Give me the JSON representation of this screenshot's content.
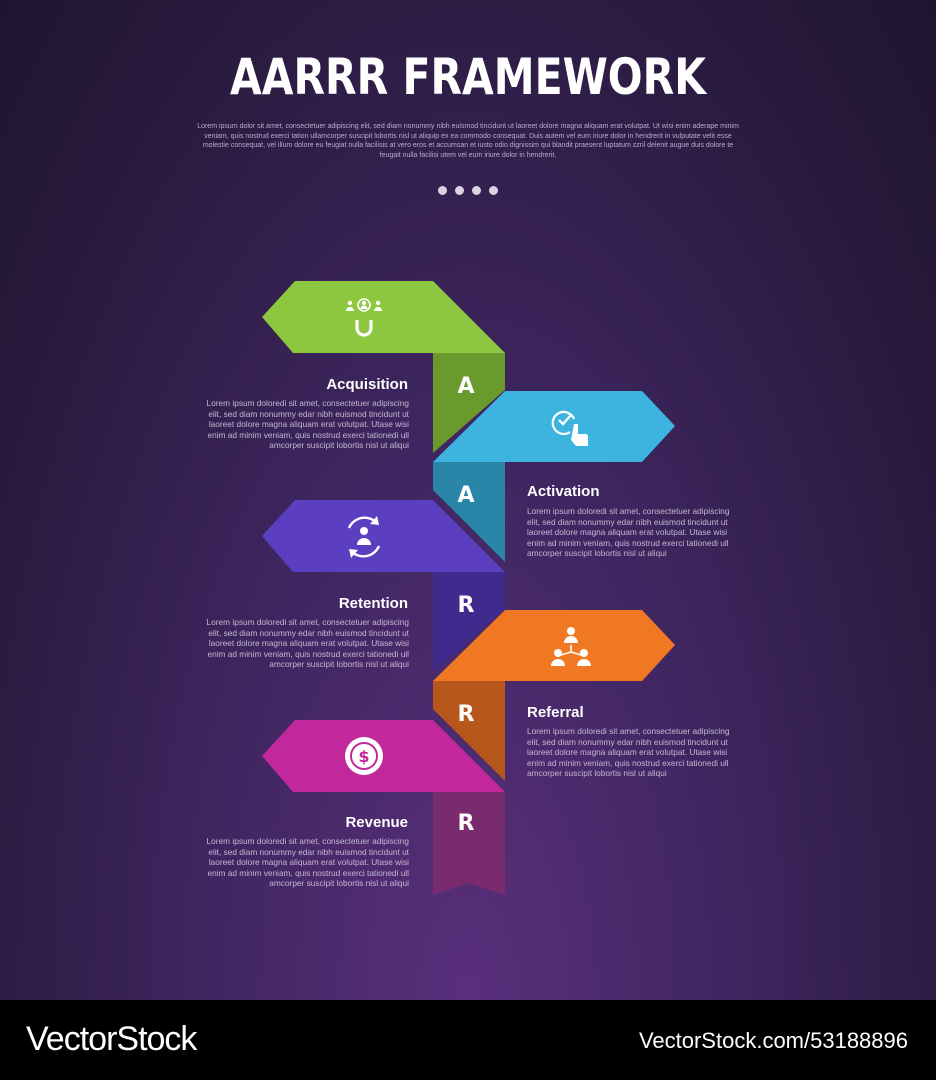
{
  "header": {
    "title": "AARRR FRAMEWORK",
    "intro": "Lorem ipsum dolor sit amet, consectetuer adipiscing elit, sed diam nonummy nibh euismod tincidunt ut laoreet dolore magna aliquam erat volutpat. Ut wisi enim aderape minim veniam, quis nostrud exerci tation ullamcorper suscipit lobortis nisl ut aliquip ex ea commodo consequat. Duis autem vel eum iriure dolor in hendrerit in vulputate velit esse molestie consequat, vel illum dolore eu feugiat nulla facilisis at vero eros et accumsan et iusto odio dignissim qui blandit praesent luptatum zzril delenit augue duis dolore te feugait nulla facilisi utem vel eum iriure dolor in hendrerit."
  },
  "steps": [
    {
      "letter": "A",
      "title": "Acquisition",
      "icon": "users-magnet-icon",
      "side": "left",
      "color": "#8dc63f",
      "dark": "#6a9a2c",
      "desc": "Lorem ipsum doloredi sit amet, consectetuer adipiscing elit, sed diam nonummy edar nibh euismod tincidunt ut laoreet dolore magna aliquam erat volutpat. Utase wisi enim ad minim veniam, quis nostrud exerci tationedi ull amcorper suscipit lobortis nisl ut aliqui"
    },
    {
      "letter": "A",
      "title": "Activation",
      "icon": "hand-check-icon",
      "side": "right",
      "color": "#3db4e0",
      "dark": "#2a86a8",
      "desc": "Lorem ipsum doloredi sit amet, consectetuer adipiscing elit, sed diam nonummy edar nibh euismod tincidunt ut laoreet dolore magna aliquam erat volutpat. Utase wisi enim ad minim veniam, quis nostrud exerci tationedi ull amcorper suscipit lobortis nisl ut aliqui"
    },
    {
      "letter": "R",
      "title": "Retention",
      "icon": "user-cycle-icon",
      "side": "left",
      "color": "#5b3fc0",
      "dark": "#3f2b8e",
      "desc": "Lorem ipsum doloredi sit amet, consectetuer adipiscing elit, sed diam nonummy edar nibh euismod tincidunt ut laoreet dolore magna aliquam erat volutpat. Utase wisi enim ad minim veniam, quis nostrud exerci tationedi ull amcorper suscipit lobortis nisl ut aliqui"
    },
    {
      "letter": "R",
      "title": "Referral",
      "icon": "network-users-icon",
      "side": "right",
      "color": "#f07823",
      "dark": "#b8571c",
      "desc": "Lorem ipsum doloredi sit amet, consectetuer adipiscing elit, sed diam nonummy edar nibh euismod tincidunt ut laoreet dolore magna aliquam erat volutpat. Utase wisi enim ad minim veniam, quis nostrud exerci tationedi ull amcorper suscipit lobortis nisl ut aliqui"
    },
    {
      "letter": "R",
      "title": "Revenue",
      "icon": "dollar-coin-icon",
      "side": "left",
      "color": "#c0289c",
      "dark": "#7a2a6e",
      "desc": "Lorem ipsum doloredi sit amet, consectetuer adipiscing elit, sed diam nonummy edar nibh euismod tincidunt ut laoreet dolore magna aliquam erat volutpat. Utase wisi enim ad minim veniam, quis nostrud exerci tationedi ull amcorper suscipit lobortis nisl ut aliqui"
    }
  ],
  "footer": {
    "brand": "VectorStock",
    "stock_id": "VectorStock.com/53188896"
  }
}
